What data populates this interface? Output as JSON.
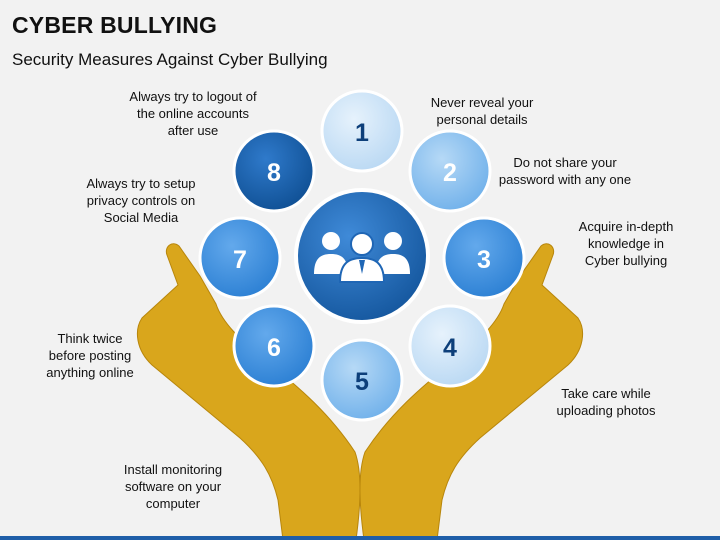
{
  "title": "CYBER BULLYING",
  "subtitle": "Security Measures Against Cyber Bullying",
  "center_icon": "people-group-icon",
  "colors": {
    "hand": "#d9a61c",
    "center": "#1f66b5",
    "dark_blue": "#155a9e",
    "mid_blue": "#3d8fdc",
    "light_blue": "#8cc1ee",
    "pale_blue": "#cfe4f7",
    "bottom_strip": "#1f5ea8"
  },
  "measures": [
    {
      "number": "1",
      "text": "Never reveal your personal details"
    },
    {
      "number": "2",
      "text": "Do not share your password with any one"
    },
    {
      "number": "3",
      "text": "Acquire in-depth knowledge in Cyber bullying"
    },
    {
      "number": "4",
      "text": "Take care while uploading photos"
    },
    {
      "number": "5",
      "text": "Install monitoring software on your computer"
    },
    {
      "number": "6",
      "text": "Think twice before posting anything online"
    },
    {
      "number": "7",
      "text": "Always try to setup privacy controls on Social Media"
    },
    {
      "number": "8",
      "text": "Always try to logout of the online accounts after use"
    }
  ]
}
